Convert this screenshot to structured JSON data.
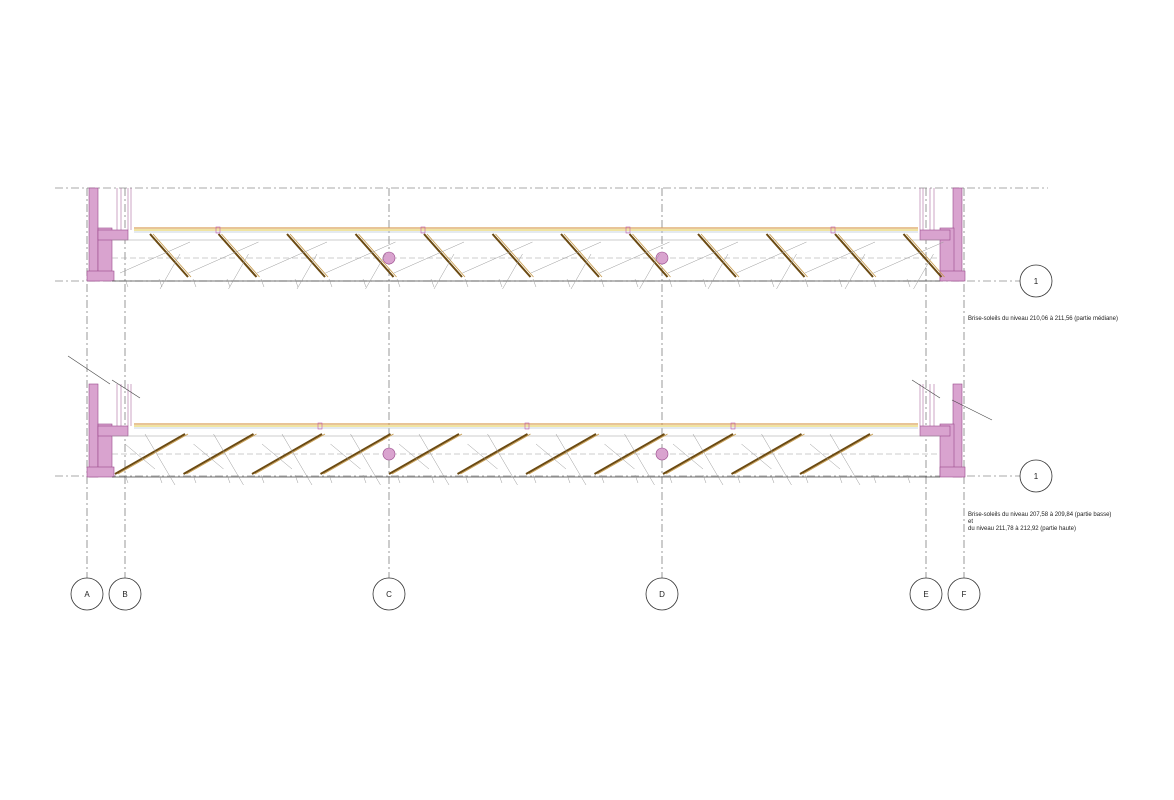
{
  "grid_axes": {
    "columns": [
      "A",
      "B",
      "C",
      "D",
      "E",
      "F"
    ],
    "row": "1"
  },
  "notes": {
    "upper_plan": "Brise-soleils du niveau 210,06  à 211,56  (partie médiane)",
    "lower_plan_line1": "Brise-soleils du niveau 207,58 à 209,84  (partie basse)",
    "lower_plan_line2": "et",
    "lower_plan_line3": "du niveau 211,78  à 212,92 (partie haute)"
  },
  "colors": {
    "wall": "#d9a3cf",
    "wall_stroke": "#9a4a8c",
    "louver": "#6b4a12",
    "louver_light": "#c79a4a",
    "rail_yellow": "#e8d36a",
    "rail_orange": "#d9a05a",
    "dim_line": "#555555",
    "light_line": "#9a9a9a"
  }
}
